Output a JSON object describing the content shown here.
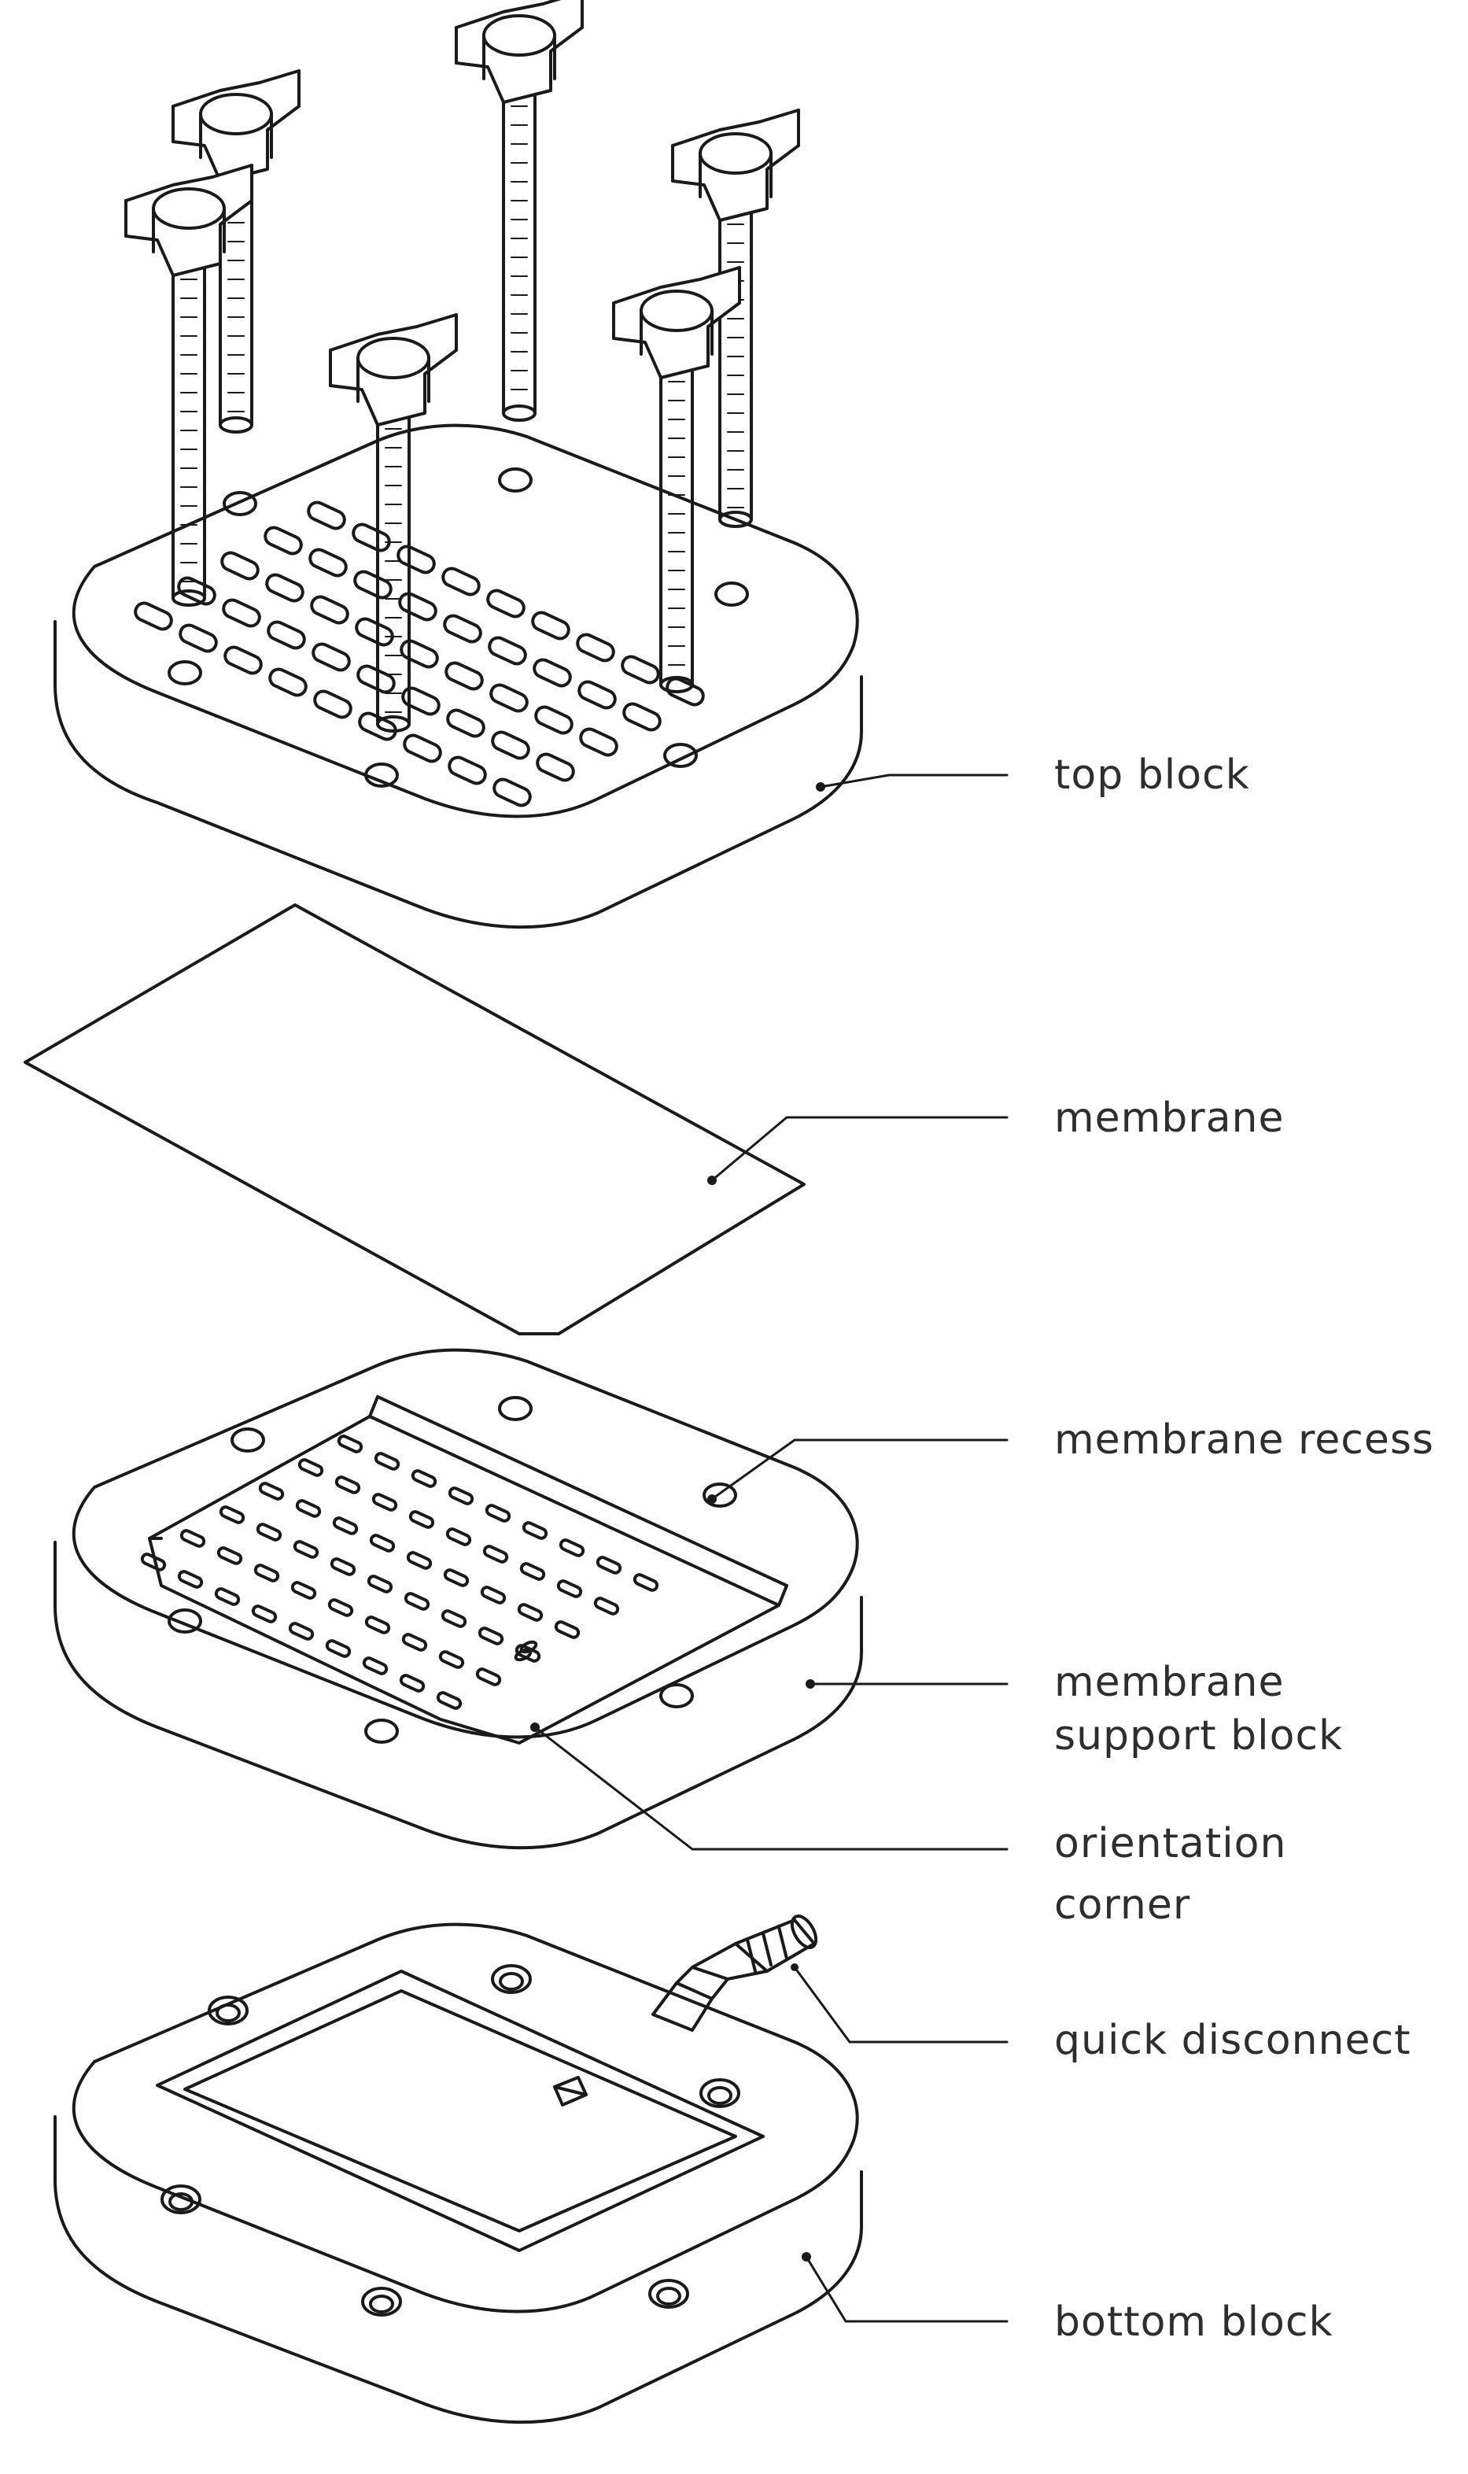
{
  "labels": {
    "top_block": "top block",
    "membrane": "membrane",
    "membrane_recess": "membrane recess",
    "membrane_support_block_line1": "membrane",
    "membrane_support_block_line2": "support block",
    "orientation_corner_line1": "orientation",
    "orientation_corner_line2": "corner",
    "quick_disconnect": "quick disconnect",
    "bottom_block": "bottom block"
  },
  "colors": {
    "line": "#1a1a1a",
    "text": "#2e2e2e",
    "background": "#ffffff"
  }
}
